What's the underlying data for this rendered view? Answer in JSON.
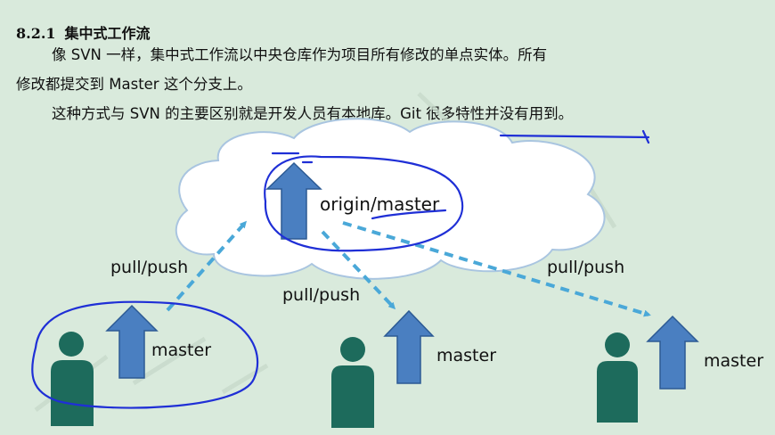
{
  "section": {
    "number": "8.2.1",
    "title": "集中式工作流"
  },
  "paragraphs": [
    "像 SVN 一样，集中式工作流以中央仓库作为项目所有修改的单点实体。所有",
    "修改都提交到 Master 这个分支上。",
    "这种方式与 SVN 的主要区别就是开发人员有本地库。Git 很多特性并没有用到。"
  ],
  "diagram": {
    "remote_label": "origin/master",
    "connection_labels": [
      "pull/push",
      "pull/push",
      "pull/push"
    ],
    "local_labels": [
      "master",
      "master",
      "master"
    ]
  },
  "colors": {
    "background": "#d9eadc",
    "cloud_fill": "#ffffff",
    "cloud_stroke": "#a9c5e0",
    "arrow_fill": "#4a7fc1",
    "person_fill": "#1d6b5c",
    "dashed_connector": "#4aa8d8",
    "annotation_ink": "#1f2fd6"
  }
}
